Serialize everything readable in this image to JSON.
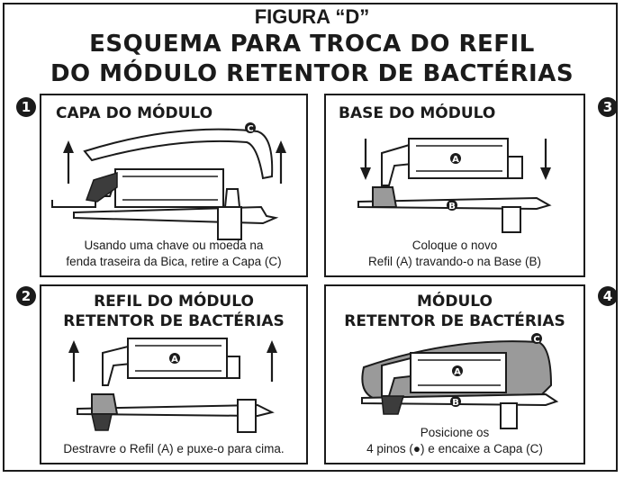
{
  "figure": {
    "label": "FIGURA “D”",
    "title_line1": "ESQUEMA PARA TROCA DO REFIL",
    "title_line2": "DO MÓDULO RETENTOR DE BACTÉRIAS"
  },
  "steps": [
    {
      "number": "1",
      "title": "CAPA DO MÓDULO",
      "caption_line1": "Usando uma chave ou moeda na",
      "caption_line2": "fenda traseira da Bica, retire a Capa (C)",
      "callouts": [
        "C"
      ]
    },
    {
      "number": "2",
      "title_line1": "REFIL DO MÓDULO",
      "title_line2": "RETENTOR DE BACTÉRIAS",
      "caption_line1": "Destravre o Refil (A) e puxe-o para cima.",
      "callouts": [
        "A"
      ]
    },
    {
      "number": "3",
      "title": "BASE DO MÓDULO",
      "caption_line1": "Coloque o novo",
      "caption_line2": "Refil (A) travando-o na Base (B)",
      "callouts": [
        "A",
        "B"
      ]
    },
    {
      "number": "4",
      "title_line1": "MÓDULO",
      "title_line2": "RETENTOR DE BACTÉRIAS",
      "caption_line1": "Posicione os",
      "caption_line2": "4 pinos (●) e encaixe a Capa (C)",
      "callouts": [
        "C",
        "A",
        "B"
      ]
    }
  ],
  "colors": {
    "ink": "#1b1b1b",
    "shading": "#9a9a9a",
    "background": "#ffffff"
  }
}
